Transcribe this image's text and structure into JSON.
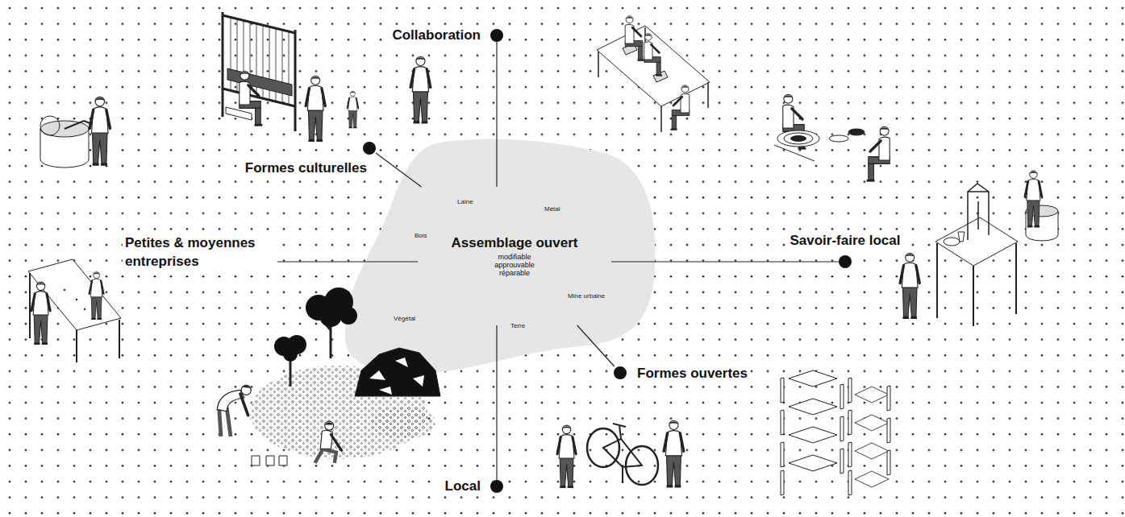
{
  "diagram": {
    "nodes": [
      {
        "text": [
          "Assemblage ouvert",
          "modifiable approuvable réparable"
        ]
      },
      {
        "text": [
          "Collaboration"
        ]
      },
      {
        "text": [
          "Formes culturelles"
        ]
      },
      {
        "text": [
          "Petites & moyennes entreprises"
        ]
      },
      {
        "text": [
          "Savoir-faire local"
        ]
      },
      {
        "text": [
          "Formes ouvertes"
        ]
      },
      {
        "text": [
          "Local"
        ]
      }
    ],
    "edges": [
      {
        "from": 0,
        "to": 1,
        "arrow": "none"
      },
      {
        "from": 0,
        "to": 2,
        "arrow": "none"
      },
      {
        "from": 0,
        "to": 3,
        "arrow": "none"
      },
      {
        "from": 0,
        "to": 4,
        "arrow": "none"
      },
      {
        "from": 0,
        "to": 5,
        "arrow": "none"
      },
      {
        "from": 0,
        "to": 6,
        "arrow": "none"
      }
    ],
    "labels": [
      "Laine",
      "Métal",
      "Bois",
      "Végétal",
      "Mine urbaine",
      "Terre"
    ]
  }
}
